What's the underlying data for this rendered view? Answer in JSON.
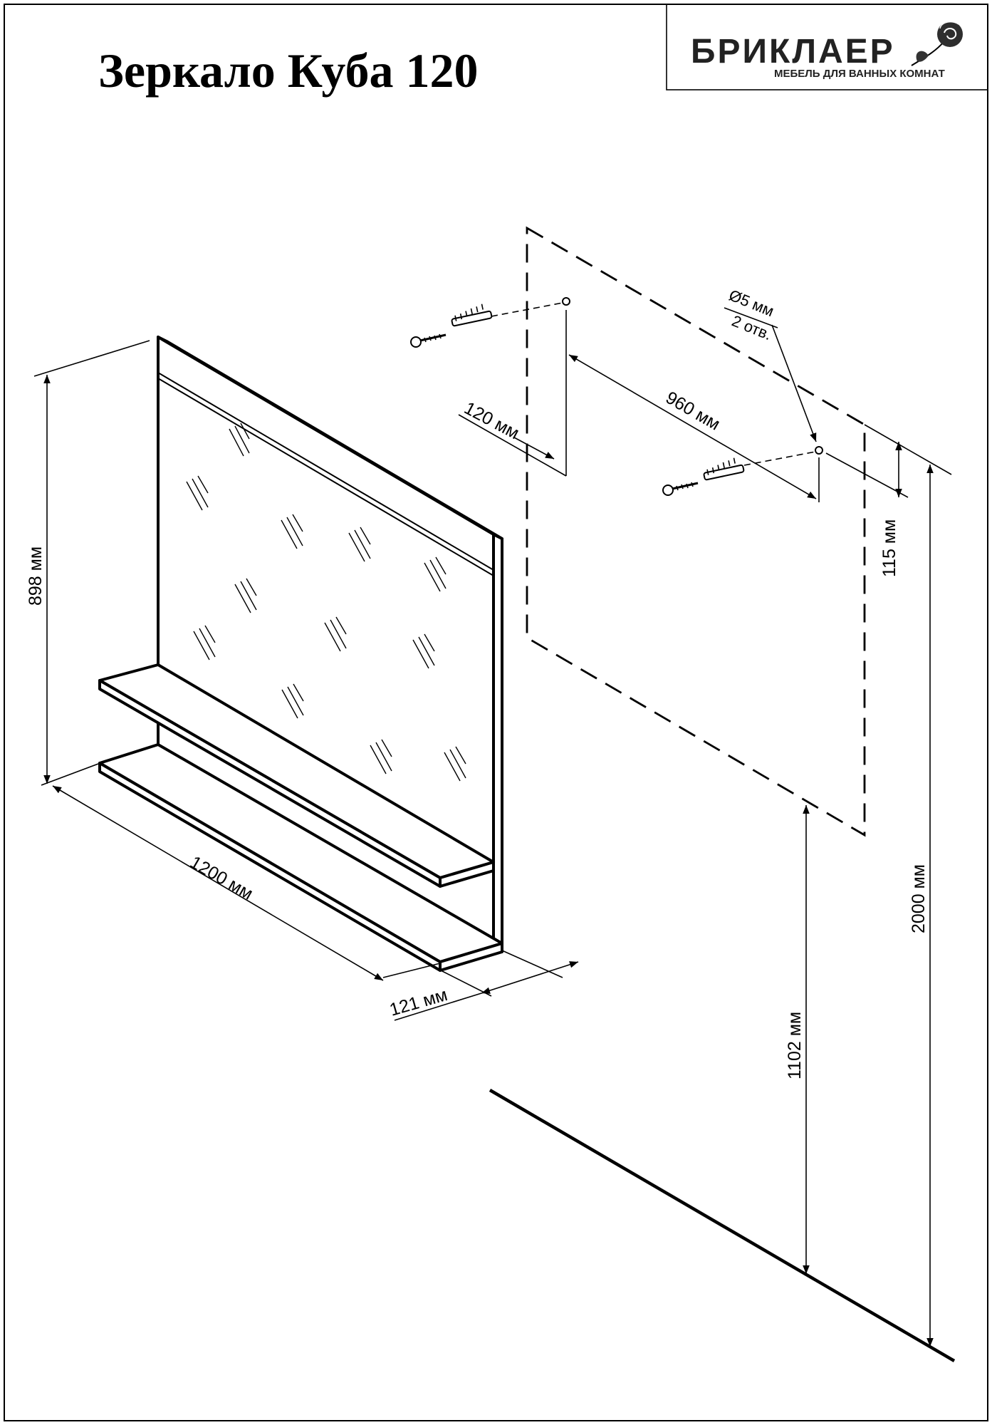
{
  "title": "Зеркало Куба 120",
  "logo": {
    "brand": "БРИКЛАЕР",
    "tagline": "МЕБЕЛЬ ДЛЯ ВАННЫХ КОМНАТ"
  },
  "dimensions": {
    "height": "898 мм",
    "width": "1200 мм",
    "depth": "121 мм",
    "hole_offset": "120 мм",
    "hole_spacing": "960 мм",
    "hole_diameter": "Ø5 мм",
    "hole_count": "2 отв.",
    "top_offset": "115 мм",
    "total_height": "2000 мм",
    "mount_height": "1102 мм"
  }
}
